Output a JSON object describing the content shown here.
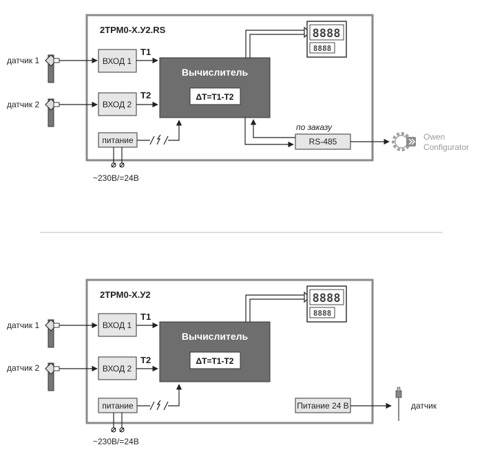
{
  "diagram_top": {
    "title": "2ТРМ0-Х.У2.RS",
    "sensor1": "датчик 1",
    "sensor2": "датчик 2",
    "input1": "ВХОД 1",
    "input2": "ВХОД 2",
    "t1": "T1",
    "t2": "T2",
    "calculator": "Вычислитель",
    "formula": "ΔT=T1-T2",
    "power": "питание",
    "power_supply": "~230В/=24В",
    "on_order": "по заказу",
    "rs485": "RS-485",
    "owen_line1": "Owen",
    "owen_line2": "Configurator",
    "display_top": "8888",
    "display_bottom": "8888"
  },
  "diagram_bottom": {
    "title": "2ТРМ0-Х.У2",
    "sensor1": "датчик 1",
    "sensor2": "датчик 2",
    "input1": "ВХОД 1",
    "input2": "ВХОД 2",
    "t1": "T1",
    "t2": "T2",
    "calculator": "Вычислитель",
    "formula": "ΔT=T1-T2",
    "power": "питание",
    "power_supply": "~230В/=24В",
    "power24": "Питание 24 В",
    "sensor": "датчик",
    "display_top": "8888",
    "display_bottom": "8888"
  },
  "colors": {
    "frame": "#8a8a8a",
    "block_fill": "#e6e6e6",
    "calc_fill": "#6e6e6e",
    "line": "#222222"
  }
}
